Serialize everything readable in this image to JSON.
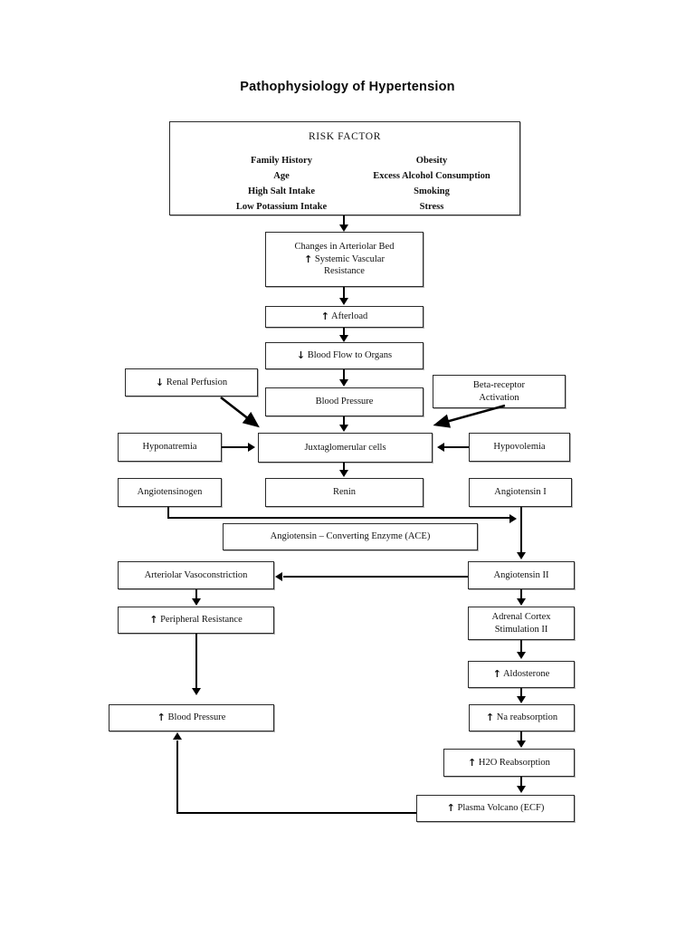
{
  "title": "Pathophysiology of Hypertension",
  "risk_factor": {
    "heading": "RISK FACTOR",
    "left_column": [
      "Family History",
      "Age",
      "High Salt Intake",
      "Low Potassium Intake"
    ],
    "right_column": [
      "Obesity",
      "Excess Alcohol Consumption",
      "Smoking",
      "Stress"
    ]
  },
  "nodes": {
    "arteriolar_bed": {
      "line1": "Changes in Arteriolar Bed",
      "line2_arrow": "↑",
      "line2": "Systemic Vascular",
      "line3": "Resistance"
    },
    "afterload": {
      "arrow": "↑",
      "label": "Afterload"
    },
    "blood_flow": {
      "arrow": "↓",
      "label": "Blood Flow to Organs"
    },
    "blood_pressure_mid": {
      "label": "Blood Pressure"
    },
    "renal_perfusion": {
      "arrow": "↓",
      "label": "Renal Perfusion"
    },
    "beta_receptor": {
      "line1": "Beta-receptor",
      "line2": "Activation"
    },
    "hyponatremia": {
      "label": "Hyponatremia"
    },
    "juxtaglomerular": {
      "label": "Juxtaglomerular cells"
    },
    "hypovolemia": {
      "label": "Hypovolemia"
    },
    "angiotensinogen": {
      "label": "Angiotensinogen"
    },
    "renin": {
      "label": "Renin"
    },
    "angiotensin_i": {
      "label": "Angiotensin I"
    },
    "ace": {
      "label": "Angiotensin – Converting Enzyme (ACE)"
    },
    "arteriolar_vasoconstriction": {
      "label": "Arteriolar Vasoconstriction"
    },
    "angiotensin_ii": {
      "label": "Angiotensin II"
    },
    "peripheral_resistance": {
      "arrow": "↑",
      "label": "Peripheral Resistance"
    },
    "adrenal_cortex": {
      "line1": "Adrenal Cortex",
      "line2": "Stimulation II"
    },
    "aldosterone": {
      "arrow": "↑",
      "label": "Aldosterone"
    },
    "na_reabsorption": {
      "arrow": "↑",
      "label": "Na reabsorption"
    },
    "h2o_reabsorption": {
      "arrow": "↑",
      "label": "H2O Reabsorption"
    },
    "plasma_volcano": {
      "arrow": "↑",
      "label": "Plasma Volcano (ECF)"
    },
    "blood_pressure_bottom": {
      "arrow": "↑",
      "label": "Blood Pressure"
    }
  },
  "colors": {
    "page_background": "#ffffff",
    "box_border": "#2a2a2a",
    "text": "#111111",
    "connector": "#000000"
  }
}
